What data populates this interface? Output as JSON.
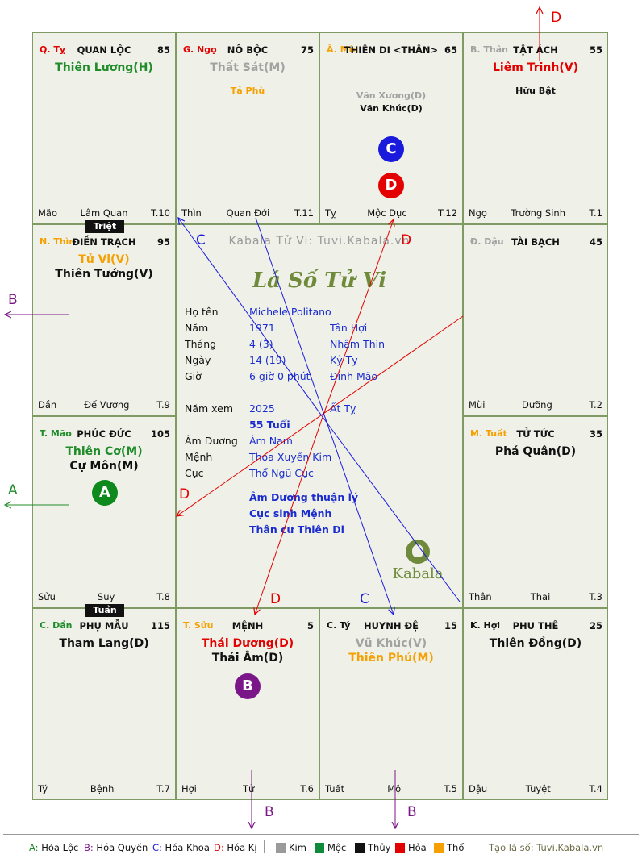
{
  "cells": [
    {
      "id": "ty-top",
      "branch": "Q. Tỵ",
      "branch_color": "#e30000",
      "house": "QUAN LỘC",
      "score": "85",
      "stars": [
        {
          "t": "Thiên Lương(H)",
          "c": "green",
          "cls": "star"
        }
      ],
      "bottom_left": "Mão",
      "bottom_mid": "Lâm Quan",
      "bottom_right": "T.10"
    },
    {
      "id": "ngo",
      "branch": "G. Ngọ",
      "branch_color": "#e30000",
      "house": "NÔ BỘC",
      "score": "75",
      "stars": [
        {
          "t": "Thất Sát(M)",
          "c": "gray",
          "cls": "star"
        },
        {
          "t": "",
          "c": "black",
          "cls": "minor"
        },
        {
          "t": "Tả Phù",
          "c": "orange",
          "cls": "minor"
        }
      ],
      "bottom_left": "Thìn",
      "bottom_mid": "Quan Đới",
      "bottom_right": "T.11"
    },
    {
      "id": "mui",
      "branch": "Ã. Mùi",
      "branch_color": "#f5a000",
      "house": "THIÊN DI <THÂN>",
      "score": "65",
      "stars": [
        {
          "t": "",
          "c": "black",
          "cls": "minor"
        },
        {
          "t": "",
          "c": "black",
          "cls": "minor"
        },
        {
          "t": "",
          "c": "black",
          "cls": "minor"
        },
        {
          "t": "Văn Xương(D)",
          "c": "gray",
          "cls": "minor"
        },
        {
          "t": "Văn Khúc(D)",
          "c": "black",
          "cls": "minor"
        }
      ],
      "bottom_left": "Tỵ",
      "bottom_mid": "Mộc Dục",
      "bottom_right": "T.12"
    },
    {
      "id": "than",
      "branch": "B. Thân",
      "branch_color": "#a2a2a2",
      "house": "TẬT ÁCH",
      "score": "55",
      "stars": [
        {
          "t": "Liêm Trinh(V)",
          "c": "red",
          "cls": "star"
        },
        {
          "t": "",
          "c": "black",
          "cls": "minor"
        },
        {
          "t": "Hữu Bật",
          "c": "black",
          "cls": "minor"
        }
      ],
      "bottom_left": "Ngọ",
      "bottom_mid": "Trường Sinh",
      "bottom_right": "T.1"
    },
    {
      "id": "thin",
      "branch": "N. Thìn",
      "branch_color": "#f5a000",
      "house": "ĐIỀN TRẠCH",
      "score": "95",
      "stars": [
        {
          "t": "Tử Vi(V)",
          "c": "orange",
          "cls": "star"
        },
        {
          "t": "Thiên Tướng(V)",
          "c": "black",
          "cls": "star"
        }
      ],
      "bottom_left": "Dần",
      "bottom_mid": "Đế Vượng",
      "bottom_right": "T.9"
    },
    {
      "id": "dau",
      "branch": "Đ. Dậu",
      "branch_color": "#a2a2a2",
      "house": "TÀI BẠCH",
      "score": "45",
      "stars": [],
      "bottom_left": "Mùi",
      "bottom_mid": "Dưỡng",
      "bottom_right": "T.2"
    },
    {
      "id": "mao",
      "branch": "T. Mão",
      "branch_color": "#1f8c2a",
      "house": "PHÚC ĐỨC",
      "score": "105",
      "stars": [
        {
          "t": "Thiên Cơ(M)",
          "c": "green",
          "cls": "star"
        },
        {
          "t": "Cự Môn(M)",
          "c": "black",
          "cls": "star"
        }
      ],
      "bottom_left": "Sửu",
      "bottom_mid": "Suy",
      "bottom_right": "T.8"
    },
    {
      "id": "tuat",
      "branch": "M. Tuất",
      "branch_color": "#f5a000",
      "house": "TỬ TỨC",
      "score": "35",
      "stars": [
        {
          "t": "Phá Quân(D)",
          "c": "black",
          "cls": "star"
        }
      ],
      "bottom_left": "Thân",
      "bottom_mid": "Thai",
      "bottom_right": "T.3"
    },
    {
      "id": "dan",
      "branch": "C. Dần",
      "branch_color": "#1f8c2a",
      "house": "PHỤ MẪU",
      "score": "115",
      "stars": [
        {
          "t": "Tham Lang(D)",
          "c": "black",
          "cls": "star"
        }
      ],
      "bottom_left": "Tý",
      "bottom_mid": "Bệnh",
      "bottom_right": "T.7"
    },
    {
      "id": "suu",
      "branch": "T. Sửu",
      "branch_color": "#f5a000",
      "house": "MỆNH",
      "score": "5",
      "stars": [
        {
          "t": "Thái Dương(D)",
          "c": "red",
          "cls": "star"
        },
        {
          "t": "Thái Âm(D)",
          "c": "black",
          "cls": "star"
        }
      ],
      "bottom_left": "Hợi",
      "bottom_mid": "Tử",
      "bottom_right": "T.6"
    },
    {
      "id": "ty-bottom",
      "branch": "C. Tý",
      "branch_color": "#111111",
      "house": "HUYNH ĐỆ",
      "score": "15",
      "stars": [
        {
          "t": "Vũ Khúc(V)",
          "c": "gray",
          "cls": "star"
        },
        {
          "t": "Thiên Phủ(M)",
          "c": "orange",
          "cls": "star"
        }
      ],
      "bottom_left": "Tuất",
      "bottom_mid": "Mộ",
      "bottom_right": "T.5"
    },
    {
      "id": "hoi",
      "branch": "K. Hợi",
      "branch_color": "#111111",
      "house": "PHU THÊ",
      "score": "25",
      "stars": [
        {
          "t": "Thiên Đồng(D)",
          "c": "black",
          "cls": "star"
        }
      ],
      "bottom_left": "Dậu",
      "bottom_mid": "Tuyệt",
      "bottom_right": "T.4"
    }
  ],
  "badges": {
    "triet": "Triệt",
    "tuan": "Tuần"
  },
  "center": {
    "watermark": "Kabala Tử Vi: Tuvi.Kabala.vn",
    "script_title": "Lá Số Tử Vi",
    "rows": [
      {
        "k": "Họ tên",
        "v1": "Michele Politano",
        "v2": ""
      },
      {
        "k": "Năm",
        "v1": "1971",
        "v2": "Tân Hợi"
      },
      {
        "k": "Tháng",
        "v1": "4  (3)",
        "v2": "Nhâm Thìn"
      },
      {
        "k": "Ngày",
        "v1": "14  (19)",
        "v2": "Kỷ Tỵ"
      },
      {
        "k": "Giờ",
        "v1": "6 giờ 0 phút",
        "v2": "Đinh Mão"
      }
    ],
    "rows2": [
      {
        "k": "Năm xem",
        "v1": "2025",
        "v2": "Ất Tỵ"
      },
      {
        "k": "",
        "v1": "55 Tuổi",
        "v2": ""
      },
      {
        "k": "Âm Dương",
        "v1": "Âm Nam",
        "v2": ""
      },
      {
        "k": "Mệnh",
        "v1": "Thoa Xuyến Kim",
        "v2": ""
      },
      {
        "k": "Cục",
        "v1": "Thổ Ngũ Cục",
        "v2": ""
      }
    ],
    "notes": [
      "Âm Dương thuận lý",
      "Cục sinh Mệnh",
      "Thân cư Thiên Di"
    ],
    "logo_text": "Kabala"
  },
  "circles": [
    {
      "letter": "A",
      "color": "#0e8a1c"
    },
    {
      "letter": "B",
      "color": "#7b1689"
    },
    {
      "letter": "C",
      "color": "#1a1add"
    },
    {
      "letter": "D",
      "color": "#e30000"
    }
  ],
  "arrow_labels": {
    "d_top": "D",
    "b_left": "B",
    "a_left": "A",
    "b_bottom1": "B",
    "b_bottom2": "B",
    "c_1": "C",
    "d_1": "D",
    "d_2": "D",
    "d_3": "D",
    "c_2": "C"
  },
  "legend": {
    "items": [
      {
        "k": "A:",
        "v": "Hóa Lộc",
        "c": "#1f8c2a"
      },
      {
        "k": "B:",
        "v": "Hóa Quyền",
        "c": "#7b1689"
      },
      {
        "k": "C:",
        "v": "Hóa Khoa",
        "c": "#1a1add"
      },
      {
        "k": "D:",
        "v": "Hóa Kị",
        "c": "#e30000"
      }
    ],
    "elements": [
      {
        "name": "Kim",
        "color": "#9a9a9a"
      },
      {
        "name": "Mộc",
        "color": "#0e8a3a"
      },
      {
        "name": "Thủy",
        "color": "#111111"
      },
      {
        "name": "Hỏa",
        "color": "#e30000"
      },
      {
        "name": "Thổ",
        "color": "#f5a000"
      }
    ],
    "credit": "Tạo lá số: Tuvi.Kabala.vn"
  }
}
